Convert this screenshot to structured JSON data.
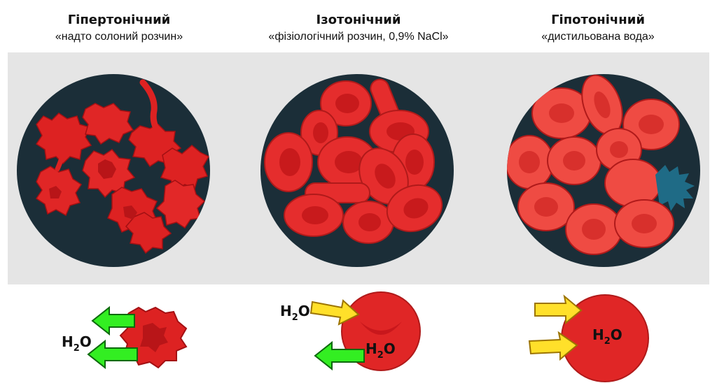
{
  "columns": [
    {
      "title": "Гіпертонічний",
      "subtitle": "«надто солоний розчин»"
    },
    {
      "title": "Ізотонічний",
      "subtitle": "«фізіологічний розчин, 0,9% NaCl»"
    },
    {
      "title": "Гіпотонічний",
      "subtitle": "«дистильована вода»"
    }
  ],
  "labels": {
    "water_main": "H",
    "water_sub": "2",
    "water_end": "O"
  },
  "colors": {
    "panel_bg": "#e5e5e5",
    "dish": "#1b2e38",
    "cell_dark": "#c8171c",
    "cell_mid": "#e52d2d",
    "cell_light": "#ef4b43",
    "arrow_green": "#33ee22",
    "arrow_yellow": "#ffe02a"
  }
}
